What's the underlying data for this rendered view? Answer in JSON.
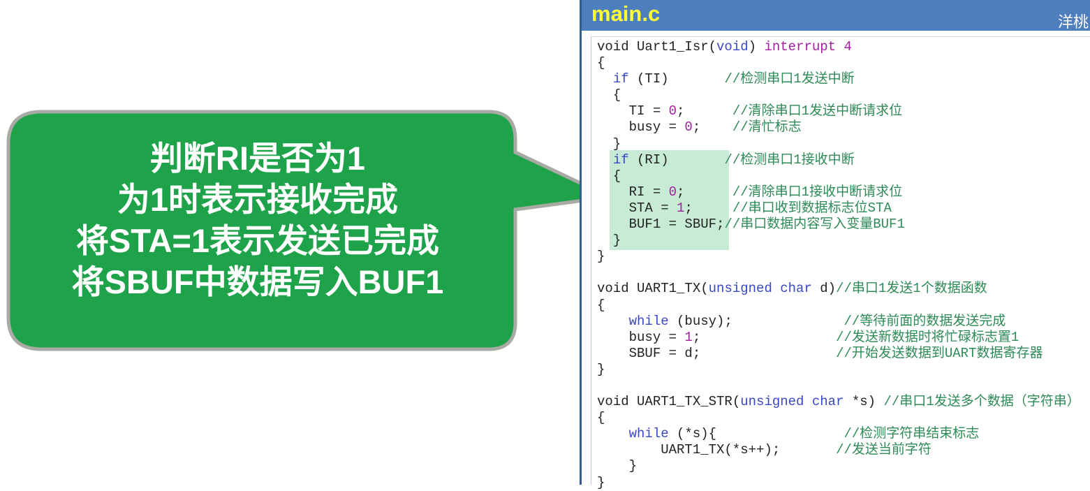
{
  "callout": {
    "lines": [
      "判断RI是否为1",
      "为1时表示接收完成",
      "将STA=1表示发送已完成",
      "将SBUF中数据写入BUF1"
    ],
    "background_color": "#1fa34a",
    "border_color": "#a8aaa4"
  },
  "window": {
    "title": "main.c",
    "corner_text": "洋桃",
    "titlebar_color": "#4d7ebd",
    "title_color": "#ffff33"
  },
  "code": {
    "lines": [
      [
        [
          "Void Uart1_Isr(",
          "t"
        ],
        [
          "void",
          "k"
        ],
        [
          ") ",
          "t"
        ],
        [
          "interrupt",
          "i"
        ],
        [
          " 4",
          "n"
        ]
      ],
      [
        [
          "{",
          "t"
        ]
      ],
      [
        [
          "  ",
          "t"
        ],
        [
          "if",
          "k"
        ],
        [
          " (TI)       ",
          "t"
        ],
        [
          "//检测串口1发送中断",
          "c"
        ]
      ],
      [
        [
          "  {",
          "t"
        ]
      ],
      [
        [
          "    TI = ",
          "t"
        ],
        [
          "0",
          "n"
        ],
        [
          ";      ",
          "t"
        ],
        [
          "//清除串口1发送中断请求位",
          "c"
        ]
      ],
      [
        [
          "    busy = ",
          "t"
        ],
        [
          "0",
          "n"
        ],
        [
          ";    ",
          "t"
        ],
        [
          "//清忙标志",
          "c"
        ]
      ],
      [
        [
          "  }",
          "t"
        ]
      ],
      [
        [
          "  ",
          "t"
        ],
        [
          "if",
          "k"
        ],
        [
          " (RI)       ",
          "t"
        ],
        [
          "//检测串口1接收中断",
          "c"
        ]
      ],
      [
        [
          "  {",
          "t"
        ]
      ],
      [
        [
          "    RI = ",
          "t"
        ],
        [
          "0",
          "n"
        ],
        [
          ";      ",
          "t"
        ],
        [
          "//清除串口1接收中断请求位",
          "c"
        ]
      ],
      [
        [
          "    STA = ",
          "t"
        ],
        [
          "1",
          "n"
        ],
        [
          ";     ",
          "t"
        ],
        [
          "//串口收到数据标志位STA",
          "c"
        ]
      ],
      [
        [
          "    BUF1 = SBUF;",
          "t"
        ],
        [
          "//串口数据内容写入变量BUF1",
          "c"
        ]
      ],
      [
        [
          "  }",
          "t"
        ]
      ],
      [
        [
          "}",
          "t"
        ]
      ],
      [
        [
          "",
          "t"
        ]
      ],
      [
        [
          "void UART1_TX(",
          "t"
        ],
        [
          "unsigned char",
          "k"
        ],
        [
          " d)",
          "t"
        ],
        [
          "//串口1发送1个数据函数",
          "c"
        ]
      ],
      [
        [
          "{",
          "t"
        ]
      ],
      [
        [
          "    ",
          "t"
        ],
        [
          "while",
          "k"
        ],
        [
          " (busy);              ",
          "t"
        ],
        [
          "//等待前面的数据发送完成",
          "c"
        ]
      ],
      [
        [
          "    busy = ",
          "t"
        ],
        [
          "1",
          "n"
        ],
        [
          ";                 ",
          "t"
        ],
        [
          "//发送新数据时将忙碌标志置1",
          "c"
        ]
      ],
      [
        [
          "    SBUF = d;                 ",
          "t"
        ],
        [
          "//开始发送数据到UART数据寄存器",
          "c"
        ]
      ],
      [
        [
          "}",
          "t"
        ]
      ],
      [
        [
          "",
          "t"
        ]
      ],
      [
        [
          "void UART1_TX_STR(",
          "t"
        ],
        [
          "unsigned char",
          "k"
        ],
        [
          " *s) ",
          "t"
        ],
        [
          "//串口1发送多个数据（字符串）",
          "c"
        ]
      ],
      [
        [
          "{",
          "t"
        ]
      ],
      [
        [
          "    ",
          "t"
        ],
        [
          "while",
          "k"
        ],
        [
          " (*s){                ",
          "t"
        ],
        [
          "//检测字符串结束标志",
          "c"
        ]
      ],
      [
        [
          "        UART1_TX(*s++);       ",
          "t"
        ],
        [
          "//发送当前字符",
          "c"
        ]
      ],
      [
        [
          "    }",
          "t"
        ]
      ],
      [
        [
          "}",
          "t"
        ]
      ]
    ]
  }
}
